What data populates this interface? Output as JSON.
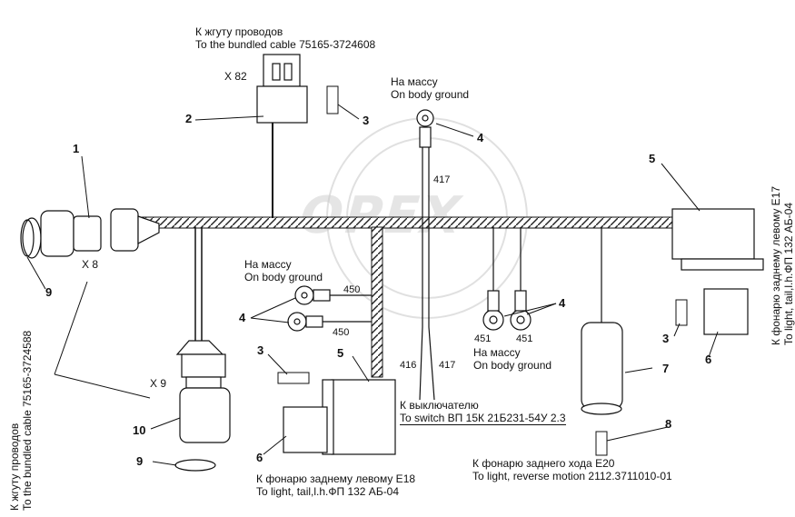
{
  "watermark": "OPEX",
  "labels": {
    "top_bundle_ru": "К жгуту проводов",
    "top_bundle_en": "To the bundled cable 75165-3724608",
    "x82": "X 82",
    "x8": "X 8",
    "x9": "X 9",
    "ground_top_ru": "На массу",
    "ground_top_en": "On body ground",
    "ground_left_ru": "На массу",
    "ground_left_en": "On body ground",
    "ground_right_ru": "На массу",
    "ground_right_en": "On body ground",
    "switch_ru": "К выключателю",
    "switch_en": "To switch ВП 15К 21Б231-54У 2.3",
    "tail_left_ru": "К фонарю заднему левому  Е18",
    "tail_left_en": "To light, tail,l.h.ФП 132 АБ-04",
    "reverse_ru": "К фонарю заднего хода  Е20",
    "reverse_en": "To light, reverse motion 2112.3711010-01",
    "left_vertical_ru": "К жгуту проводов",
    "left_vertical_en": "To the bundled cable 75165-3724588",
    "right_vertical_ru": "К фонарю заднему левому  Е17",
    "right_vertical_en": "To light, tail,l.h.ФП 132 АБ-04"
  },
  "wires": {
    "w417_top": "417",
    "w450_a": "450",
    "w450_b": "450",
    "w451_a": "451",
    "w451_b": "451",
    "w416": "416",
    "w417_bottom": "417"
  },
  "callouts": {
    "c1": "1",
    "c2": "2",
    "c3a": "3",
    "c4a": "4",
    "c5a": "5",
    "c9a": "9",
    "c4b": "4",
    "c3b": "3",
    "c5b": "5",
    "c7": "7",
    "c4c": "4",
    "c3c": "3",
    "c6a": "6",
    "c10": "10",
    "c8": "8",
    "c6b": "6",
    "c9b": "9"
  }
}
